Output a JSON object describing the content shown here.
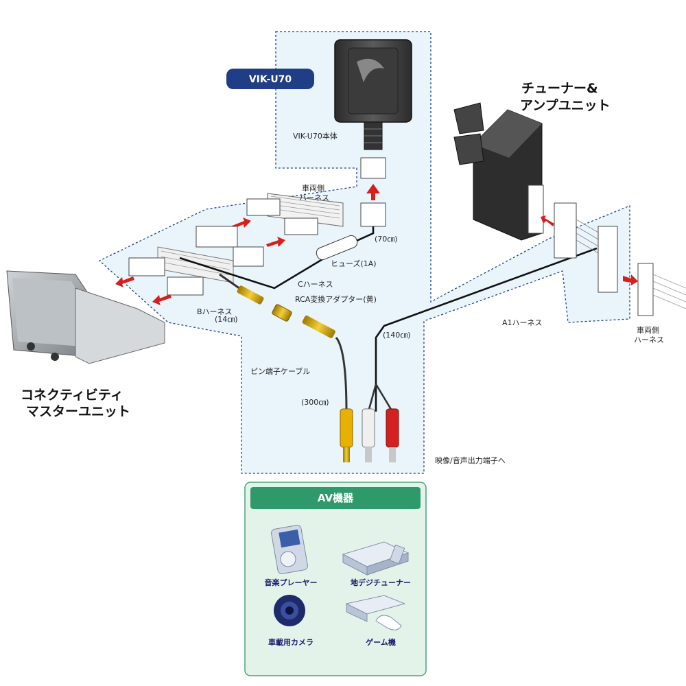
{
  "model_badge": "VIK-U70",
  "labels": {
    "main_unit": "VIK-U70本体",
    "vehicle_harness_top": [
      "車両側",
      "ハーネス"
    ],
    "length_70": "(70㎝)",
    "fuse": "ヒューズ(1A)",
    "c_harness": "Cハーネス",
    "b_harness": "Bハーネス",
    "length_14": "(14㎝)",
    "rca_adapter": "RCA変換アダプター(黄)",
    "a1_harness": "A1ハーネス",
    "length_140": "(140㎝)",
    "pin_cable": "ピン端子ケーブル",
    "length_300": "(300㎝)",
    "av_output": "映像/音声出力端子へ",
    "vehicle_harness_right": [
      "車両側",
      "ハーネス"
    ]
  },
  "units": {
    "tuner_amp": [
      "チューナー&",
      "アンプユニット"
    ],
    "connectivity_master": [
      "コネクティビティ",
      "マスターユニット"
    ]
  },
  "av_panel": {
    "title": "AV機器",
    "items": [
      "音楽プレーヤー",
      "地デジチューナー",
      "車載用カメラ",
      "ゲーム機"
    ]
  },
  "colors": {
    "region_fill": "#e9f4fb",
    "region_border": "#1f3e86",
    "badge": "#1f3e86",
    "av_panel_fill": "#e4f3ea",
    "av_panel_border": "#4aa37a",
    "av_title_bar": "#2e9a6b",
    "arrow": "#d6201e",
    "rca_yellow": "#e8b000",
    "rca_red": "#d42020",
    "rca_white": "#f0f0f0"
  },
  "icons": [
    "arrow-right-icon",
    "arrow-left-icon",
    "arrow-up-icon",
    "music-player-icon",
    "tv-tuner-icon",
    "camera-icon",
    "game-console-icon"
  ]
}
